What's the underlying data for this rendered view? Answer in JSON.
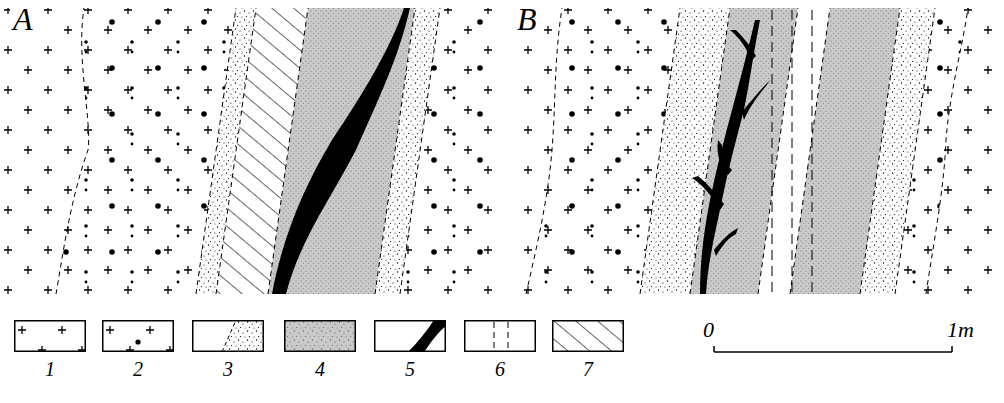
{
  "diagram": {
    "labels": [
      "A",
      "B",
      "0",
      "1m"
    ],
    "legend": [
      {
        "text": "1"
      },
      {
        "text": "2"
      },
      {
        "text": "3"
      },
      {
        "text": "4",
        "color": "#c9c9c9"
      },
      {
        "text": "5",
        "color": "#000000"
      },
      {
        "text": "6"
      },
      {
        "text": "7"
      }
    ]
  }
}
